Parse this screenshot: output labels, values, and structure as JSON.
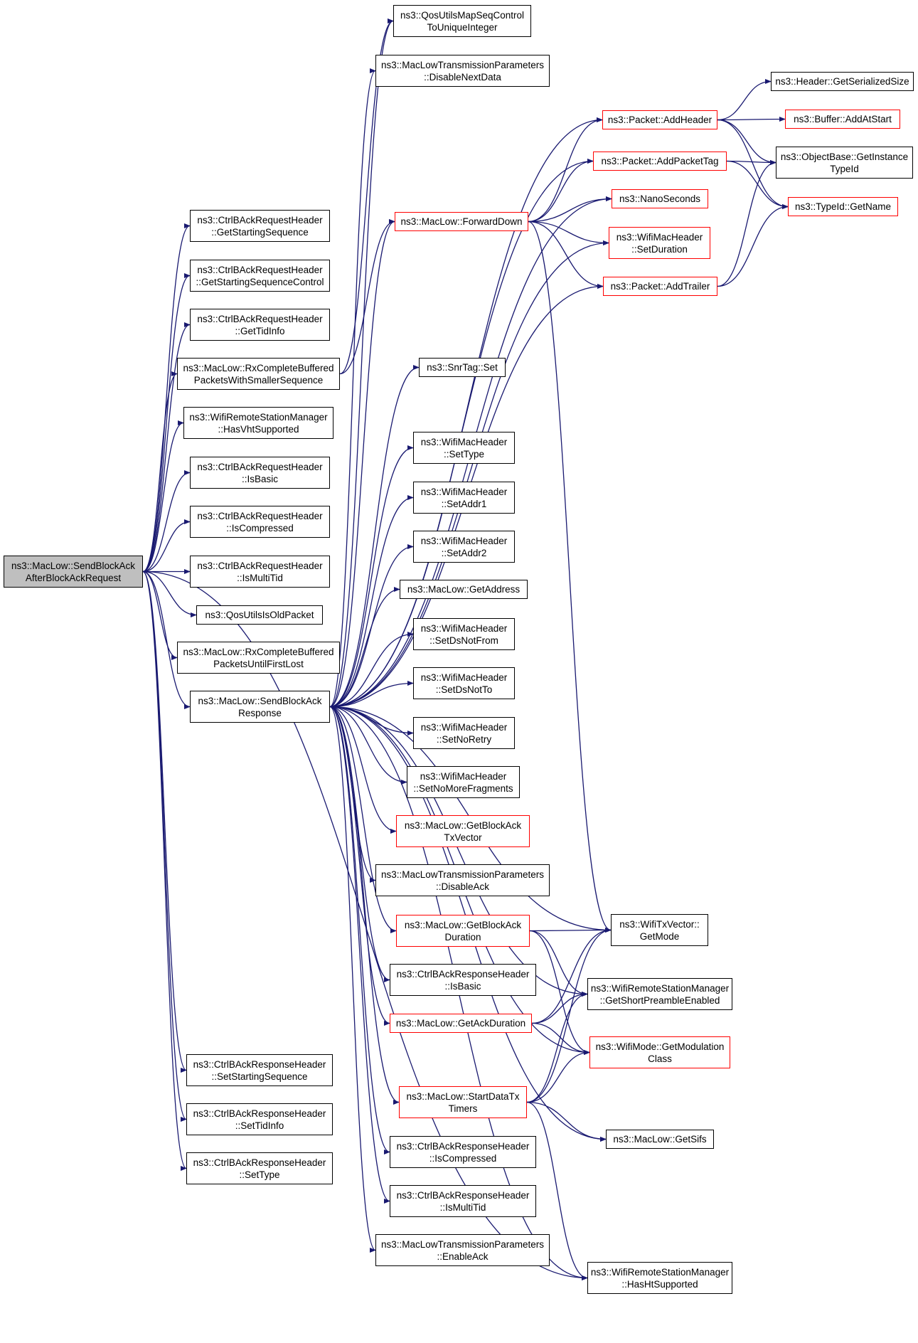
{
  "colors": {
    "edge": "#191970",
    "border_default": "#000000",
    "border_red": "#ff0000",
    "root_fill": "#bfbfbf"
  },
  "nodes": [
    {
      "id": "root",
      "lines": [
        "ns3::MacLow::SendBlockAck",
        "AfterBlockAckRequest"
      ],
      "style": "root"
    },
    {
      "id": "getStartSeq",
      "lines": [
        "ns3::CtrlBAckRequestHeader",
        "::GetStartingSequence"
      ]
    },
    {
      "id": "getStartSeqCtl",
      "lines": [
        "ns3::CtrlBAckRequestHeader",
        "::GetStartingSequenceControl"
      ]
    },
    {
      "id": "getTidInfo",
      "lines": [
        "ns3::CtrlBAckRequestHeader",
        "::GetTidInfo"
      ]
    },
    {
      "id": "rxSmaller",
      "lines": [
        "ns3::MacLow::RxCompleteBuffered",
        "PacketsWithSmallerSequence"
      ]
    },
    {
      "id": "hasVht",
      "lines": [
        "ns3::WifiRemoteStationManager",
        "::HasVhtSupported"
      ]
    },
    {
      "id": "reqIsBasic",
      "lines": [
        "ns3::CtrlBAckRequestHeader",
        "::IsBasic"
      ]
    },
    {
      "id": "reqIsCompressed",
      "lines": [
        "ns3::CtrlBAckRequestHeader",
        "::IsCompressed"
      ]
    },
    {
      "id": "reqIsMultiTid",
      "lines": [
        "ns3::CtrlBAckRequestHeader",
        "::IsMultiTid"
      ]
    },
    {
      "id": "qosOld",
      "lines": [
        "ns3::QosUtilsIsOldPacket"
      ]
    },
    {
      "id": "rxFirstLost",
      "lines": [
        "ns3::MacLow::RxCompleteBuffered",
        "PacketsUntilFirstLost"
      ]
    },
    {
      "id": "sendResp",
      "lines": [
        "ns3::MacLow::SendBlockAck",
        "Response"
      ]
    },
    {
      "id": "setStartSeq",
      "lines": [
        "ns3::CtrlBAckResponseHeader",
        "::SetStartingSequence"
      ]
    },
    {
      "id": "setTidInfo",
      "lines": [
        "ns3::CtrlBAckResponseHeader",
        "::SetTidInfo"
      ]
    },
    {
      "id": "setType2",
      "lines": [
        "ns3::CtrlBAckResponseHeader",
        "::SetType"
      ]
    },
    {
      "id": "qosMap",
      "lines": [
        "ns3::QosUtilsMapSeqControl",
        "ToUniqueInteger"
      ]
    },
    {
      "id": "disNext",
      "lines": [
        "ns3::MacLowTransmissionParameters",
        "::DisableNextData"
      ]
    },
    {
      "id": "fwdDown",
      "lines": [
        "ns3::MacLow::ForwardDown"
      ],
      "style": "red"
    },
    {
      "id": "snrSet",
      "lines": [
        "ns3::SnrTag::Set"
      ]
    },
    {
      "id": "setTypeH",
      "lines": [
        "ns3::WifiMacHeader",
        "::SetType"
      ]
    },
    {
      "id": "setAddr1",
      "lines": [
        "ns3::WifiMacHeader",
        "::SetAddr1"
      ]
    },
    {
      "id": "setAddr2",
      "lines": [
        "ns3::WifiMacHeader",
        "::SetAddr2"
      ]
    },
    {
      "id": "getAddress",
      "lines": [
        "ns3::MacLow::GetAddress"
      ]
    },
    {
      "id": "setDsNotFrom",
      "lines": [
        "ns3::WifiMacHeader",
        "::SetDsNotFrom"
      ]
    },
    {
      "id": "setDsNotTo",
      "lines": [
        "ns3::WifiMacHeader",
        "::SetDsNotTo"
      ]
    },
    {
      "id": "setNoRetry",
      "lines": [
        "ns3::WifiMacHeader",
        "::SetNoRetry"
      ]
    },
    {
      "id": "setNoMore",
      "lines": [
        "ns3::WifiMacHeader",
        "::SetNoMoreFragments"
      ]
    },
    {
      "id": "getBATx",
      "lines": [
        "ns3::MacLow::GetBlockAck",
        "TxVector"
      ],
      "style": "red"
    },
    {
      "id": "disAck",
      "lines": [
        "ns3::MacLowTransmissionParameters",
        "::DisableAck"
      ]
    },
    {
      "id": "getBADur",
      "lines": [
        "ns3::MacLow::GetBlockAck",
        "Duration"
      ],
      "style": "red"
    },
    {
      "id": "respIsBasic",
      "lines": [
        "ns3::CtrlBAckResponseHeader",
        "::IsBasic"
      ]
    },
    {
      "id": "getAckDur",
      "lines": [
        "ns3::MacLow::GetAckDuration"
      ],
      "style": "red"
    },
    {
      "id": "startTimers",
      "lines": [
        "ns3::MacLow::StartDataTx",
        "Timers"
      ],
      "style": "red"
    },
    {
      "id": "respIsComp",
      "lines": [
        "ns3::CtrlBAckResponseHeader",
        "::IsCompressed"
      ]
    },
    {
      "id": "respIsMulti",
      "lines": [
        "ns3::CtrlBAckResponseHeader",
        "::IsMultiTid"
      ]
    },
    {
      "id": "enAck",
      "lines": [
        "ns3::MacLowTransmissionParameters",
        "::EnableAck"
      ]
    },
    {
      "id": "addHeader",
      "lines": [
        "ns3::Packet::AddHeader"
      ],
      "style": "red"
    },
    {
      "id": "addPktTag",
      "lines": [
        "ns3::Packet::AddPacketTag"
      ],
      "style": "red"
    },
    {
      "id": "nanoSec",
      "lines": [
        "ns3::NanoSeconds"
      ],
      "style": "red"
    },
    {
      "id": "setDuration",
      "lines": [
        "ns3::WifiMacHeader",
        "::SetDuration"
      ],
      "style": "red"
    },
    {
      "id": "addTrailer",
      "lines": [
        "ns3::Packet::AddTrailer"
      ],
      "style": "red"
    },
    {
      "id": "getMode",
      "lines": [
        "ns3::WifiTxVector::",
        "GetMode"
      ]
    },
    {
      "id": "shortPre",
      "lines": [
        "ns3::WifiRemoteStationManager",
        "::GetShortPreambleEnabled"
      ]
    },
    {
      "id": "modClass",
      "lines": [
        "ns3::WifiMode::GetModulation",
        "Class"
      ],
      "style": "red"
    },
    {
      "id": "getSifs",
      "lines": [
        "ns3::MacLow::GetSifs"
      ]
    },
    {
      "id": "hasHt",
      "lines": [
        "ns3::WifiRemoteStationManager",
        "::HasHtSupported"
      ]
    },
    {
      "id": "serSize",
      "lines": [
        "ns3::Header::GetSerializedSize"
      ]
    },
    {
      "id": "bufAdd",
      "lines": [
        "ns3::Buffer::AddAtStart"
      ],
      "style": "red"
    },
    {
      "id": "instType",
      "lines": [
        "ns3::ObjectBase::GetInstance",
        "TypeId"
      ]
    },
    {
      "id": "typeName",
      "lines": [
        "ns3::TypeId::GetName"
      ],
      "style": "red"
    }
  ]
}
